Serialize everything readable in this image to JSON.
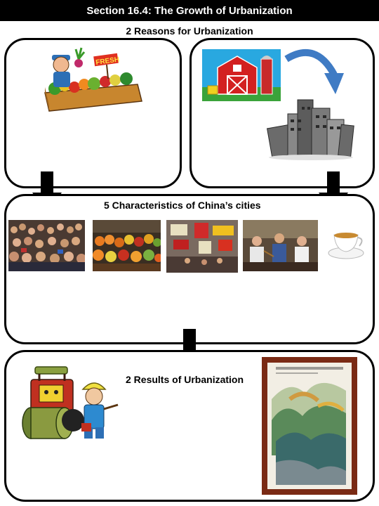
{
  "header": {
    "title": "Section 16.4: The Growth of Urbanization"
  },
  "reasons": {
    "heading": "2 Reasons for Urbanization",
    "barn_sign": "FRESH"
  },
  "characteristics": {
    "heading": "5 Characteristics of China’s cities"
  },
  "results": {
    "heading": "2 Results of Urbanization"
  },
  "colors": {
    "banner": "#000000",
    "barn_red": "#d32020",
    "sky_blue": "#29a8e0",
    "grass_green": "#3aa33a",
    "curve_arrow_blue": "#3f7bc4",
    "frame_brown": "#7a2a14"
  },
  "icons": [
    "farmer-market-icon",
    "barn-icon",
    "curved-arrow-icon",
    "city-buildings-icon",
    "down-arrow-icon",
    "crowd-photo",
    "fruit-market-photo",
    "street-signs-photo",
    "tea-house-photo",
    "teacup-icon",
    "road-roller-worker-icon",
    "landscape-painting-icon"
  ]
}
